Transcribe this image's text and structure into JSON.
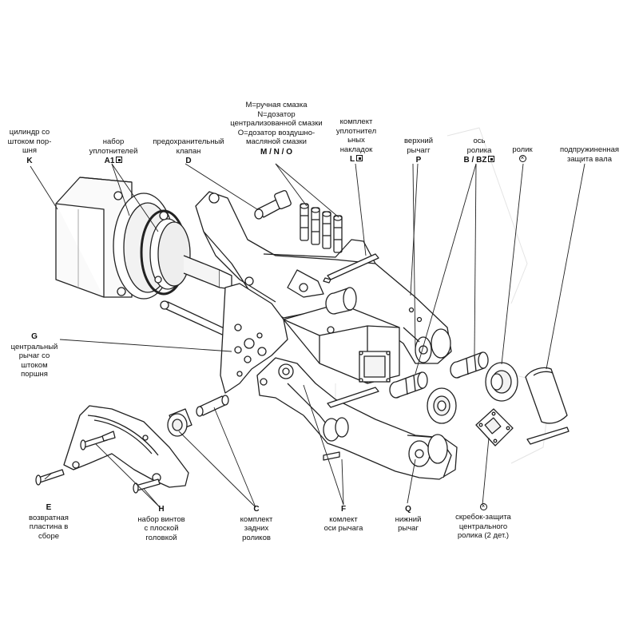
{
  "labels": {
    "K": {
      "lines": [
        "цилиндр со",
        "штоком пор-",
        "шня"
      ],
      "code": "K"
    },
    "A1": {
      "lines": [
        "набор",
        "уплотнителей"
      ],
      "code": "A1",
      "mark": "square"
    },
    "D": {
      "lines": [
        "предохранительный",
        "клапан"
      ],
      "code": "D"
    },
    "MNO": {
      "lines": [
        "M=ручная смазка",
        "N=дозатор",
        "централизованной смазки",
        "O=дозатор воздушно-",
        "масляной смазки"
      ],
      "code": "M / N / O"
    },
    "L": {
      "lines": [
        "комплект",
        "уплотнител",
        "ьных",
        "накладок"
      ],
      "code": "L",
      "mark": "square"
    },
    "P": {
      "lines": [
        "верхний",
        "рычагг"
      ],
      "code": "P"
    },
    "B": {
      "lines": [
        "ось",
        "ролика"
      ],
      "code": "B / BZ",
      "mark": "square"
    },
    "roller": {
      "lines": [
        "ролик"
      ],
      "mark": "circle-x"
    },
    "shield": {
      "lines": [
        "подпружиненная",
        "защита вала"
      ]
    },
    "G": {
      "code": "G",
      "lines": [
        "центральный",
        "рычаг со",
        "штоком",
        "поршня"
      ]
    },
    "E": {
      "code": "E",
      "lines": [
        "возвратная",
        "пластина в",
        "сборе"
      ]
    },
    "H": {
      "code": "H",
      "lines": [
        "набор винтов",
        "с плоской",
        "головкой"
      ]
    },
    "C": {
      "code": "C",
      "lines": [
        "комплект",
        "задних",
        "роликов"
      ]
    },
    "F": {
      "code": "F",
      "lines": [
        "комлект",
        "оси рычага"
      ]
    },
    "Q": {
      "code": "Q",
      "lines": [
        "нижний",
        "рычаг"
      ]
    },
    "scraper": {
      "mark": "circle-x",
      "lines": [
        "скребок-защита",
        "центрального",
        "ролика (2 дет.)"
      ]
    }
  },
  "colors": {
    "ink": "#111111",
    "part_fill": "#ffffff",
    "shade": "#d9d9d9",
    "ghost": "#e6e6e6"
  }
}
